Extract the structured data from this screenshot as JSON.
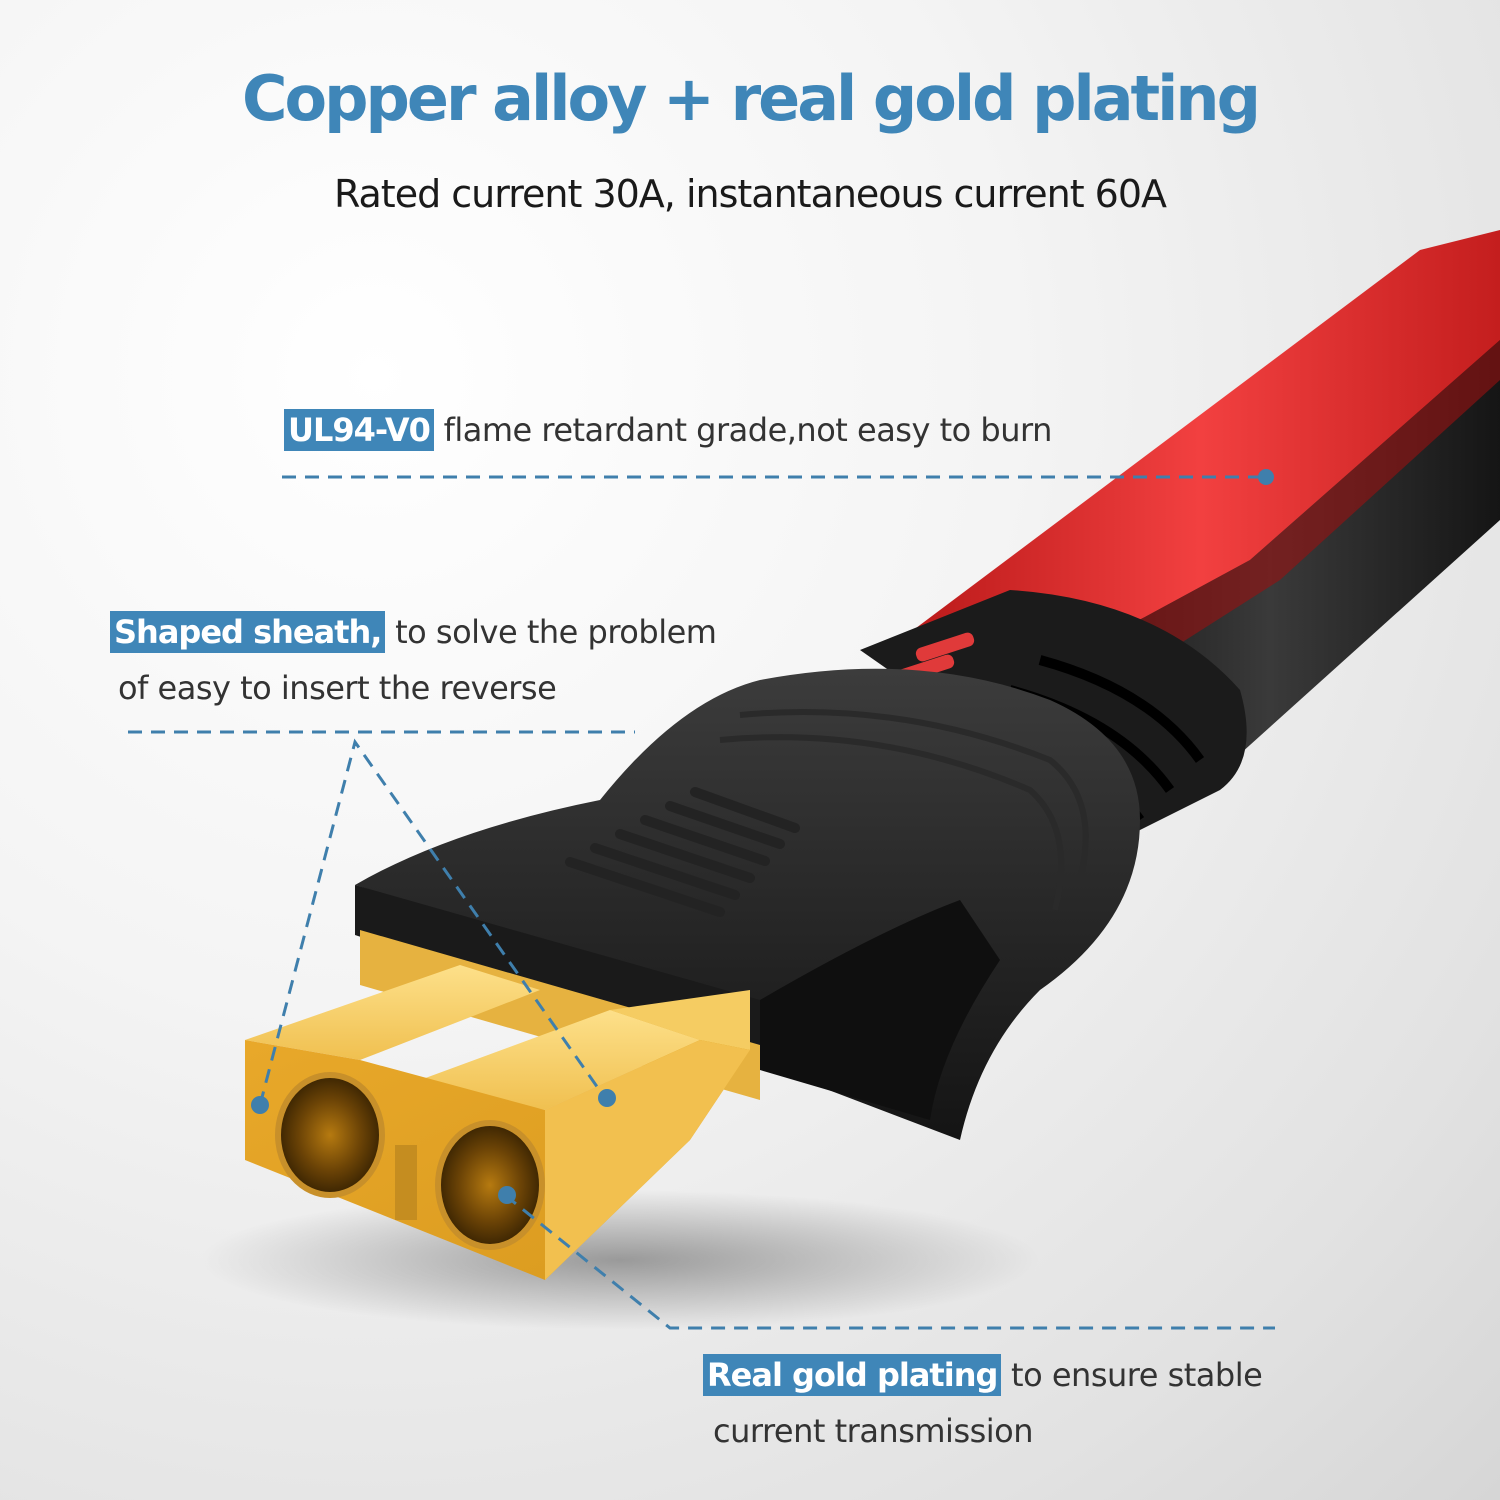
{
  "header": {
    "title": "Copper alloy + real gold plating",
    "subtitle": "Rated current 30A, instantaneous current 60A"
  },
  "callouts": [
    {
      "id": "flame",
      "highlight": "UL94-V0",
      "text": " flame retardant grade,not easy to burn",
      "text_line2": ""
    },
    {
      "id": "sheath",
      "highlight": "Shaped sheath,",
      "text": " to solve the problem",
      "text_line2": "of easy to insert the reverse"
    },
    {
      "id": "gold",
      "highlight": "Real gold plating",
      "text": " to ensure stable",
      "text_line2": "current transmission"
    }
  ],
  "colors": {
    "accent": "#3f86b8",
    "gold": "#e8b33c",
    "cable_red": "#e02a2a",
    "cable_black": "#1c1c1c"
  },
  "product": {
    "connector_type": "XT60-style female connector",
    "cable_colors": [
      "red",
      "black"
    ]
  }
}
